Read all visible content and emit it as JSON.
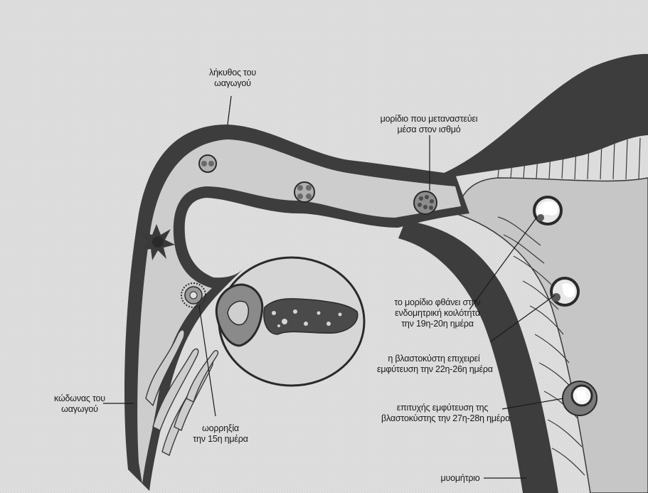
{
  "colors": {
    "background": "#dedede",
    "wall": "#3d3d3d",
    "lumen": "#cdcdcd",
    "ovary_fill": "#d6d6d6",
    "line": "#1a1a1a"
  },
  "labels": {
    "ampulla": [
      "λήκυθος του",
      "ωαγωγού"
    ],
    "isthmus_migration": [
      "μορίδιο που μεταναστεύει",
      "μέσα στον ισθμό"
    ],
    "reaches_cavity": [
      "το μορίδιο φθάνει στην",
      "ενδομητρική κοιλότητα",
      "την 19η-20η ημέρα"
    ],
    "blastocyst_attempts": [
      "η βλαστοκύστη επιχειρεί",
      "εμφύτευση την 22η-26η ημέρα"
    ],
    "successful_implantation": [
      "επιτυχής εμφύτευση της",
      "βλαστοκύστης την 27η-28η ημέρα"
    ],
    "fimbria": [
      "κώδωνας του",
      "ωαγωγού"
    ],
    "ovulation": [
      "ωορρηξία",
      "την 15η ημέρα"
    ],
    "myometrium": [
      "μυομήτριο"
    ]
  }
}
